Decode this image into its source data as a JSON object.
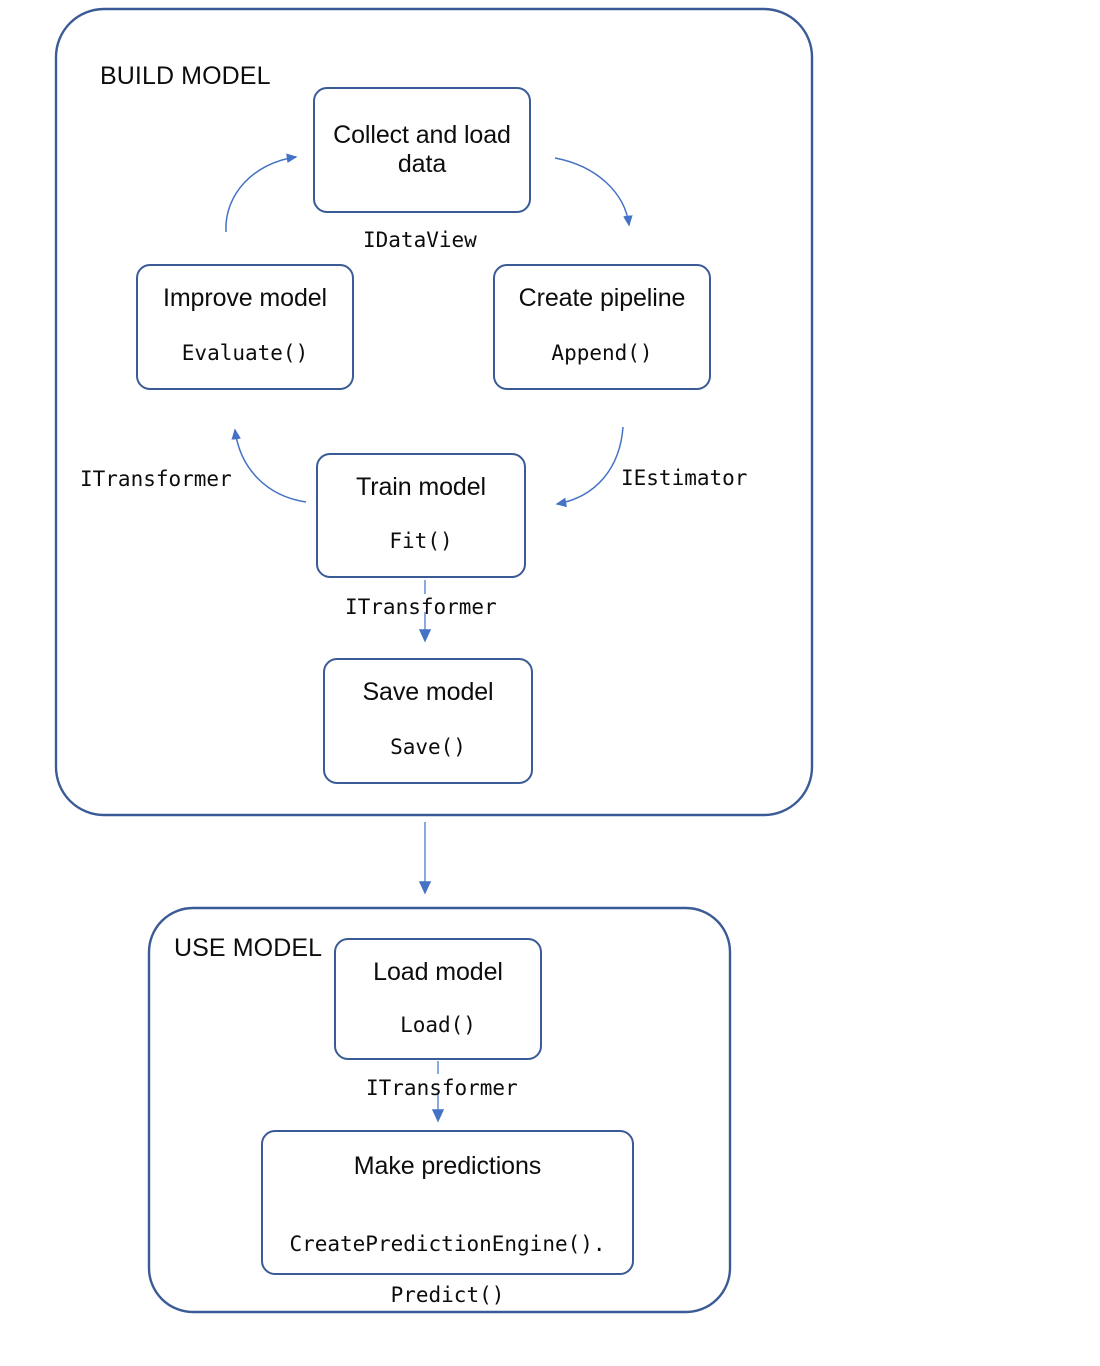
{
  "diagram": {
    "title_build": "BUILD MODEL",
    "title_use": "USE MODEL",
    "accent_color": "#3a5b96",
    "arrow_color": "#4472c4",
    "text_color": "#0d0d0d",
    "background": "#ffffff"
  },
  "groups": [
    {
      "id": "build",
      "label": "BUILD MODEL"
    },
    {
      "id": "use",
      "label": "USE MODEL"
    }
  ],
  "nodes": [
    {
      "id": "collect",
      "title": "Collect and load\ndata",
      "api": ""
    },
    {
      "id": "pipeline",
      "title": "Create pipeline",
      "api": "Append()"
    },
    {
      "id": "train",
      "title": "Train model",
      "api": "Fit()"
    },
    {
      "id": "improve",
      "title": "Improve model",
      "api": "Evaluate()"
    },
    {
      "id": "save",
      "title": "Save model",
      "api": "Save()"
    },
    {
      "id": "load",
      "title": "Load model",
      "api": "Load()"
    },
    {
      "id": "predict",
      "title": "Make predictions",
      "api": "CreatePredictionEngine().\nPredict()"
    }
  ],
  "node_titles": {
    "collect_line1": "Collect and load",
    "collect_line2": "data",
    "pipeline": "Create pipeline",
    "train": "Train model",
    "improve": "Improve model",
    "save": "Save model",
    "load": "Load model",
    "predict": "Make predictions"
  },
  "node_apis": {
    "pipeline": "Append()",
    "train": "Fit()",
    "improve": "Evaluate()",
    "save": "Save()",
    "load": "Load()",
    "predict_line1": "CreatePredictionEngine().",
    "predict_line2": "Predict()"
  },
  "edge_labels": {
    "idataview": "IDataView",
    "iestimator": "IEstimator",
    "itransformer_left": "ITransformer",
    "itransformer_train_save": "ITransformer",
    "itransformer_load_predict": "ITransformer"
  }
}
